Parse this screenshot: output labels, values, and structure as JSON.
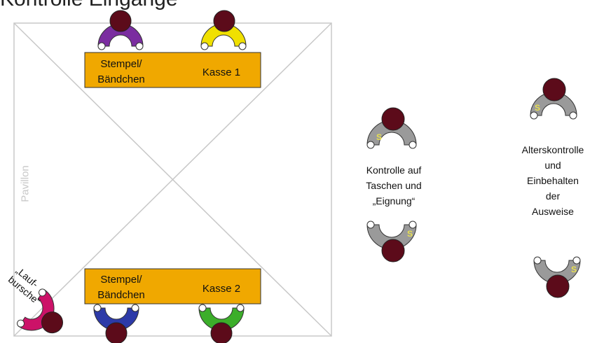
{
  "title": "Kontrolle Eingänge",
  "pavilion_label": "Pavillon",
  "desks": {
    "top": {
      "left_label": [
        "Stempel/",
        "Bändchen"
      ],
      "right_label": "Kasse 1"
    },
    "bottom": {
      "left_label": [
        "Stempel/",
        "Bändchen"
      ],
      "right_label": "Kasse 2"
    }
  },
  "runner_label": "„Lauf-\nbursche“",
  "station_middle_caption": "Kontrolle auf\nTaschen und\n„Eignung“",
  "station_right_caption": "Alterskontrolle\nund\nEinbehalten\nder\nAusweise",
  "badge_letter": "S",
  "colors": {
    "desk": "#f0a800",
    "head": "#5c0b1a",
    "purple": "#7b2da0",
    "yellow": "#f0e000",
    "blue": "#2d3aa8",
    "green": "#3cae2a",
    "magenta": "#cc1268",
    "gray": "#9a9a9a",
    "badge": "#e8e050",
    "pavilion_line": "#c8c8c8"
  },
  "icons": [
    "person-purple-icon",
    "person-yellow-icon",
    "person-blue-icon",
    "person-green-icon",
    "person-magenta-icon",
    "security-person-icon"
  ]
}
